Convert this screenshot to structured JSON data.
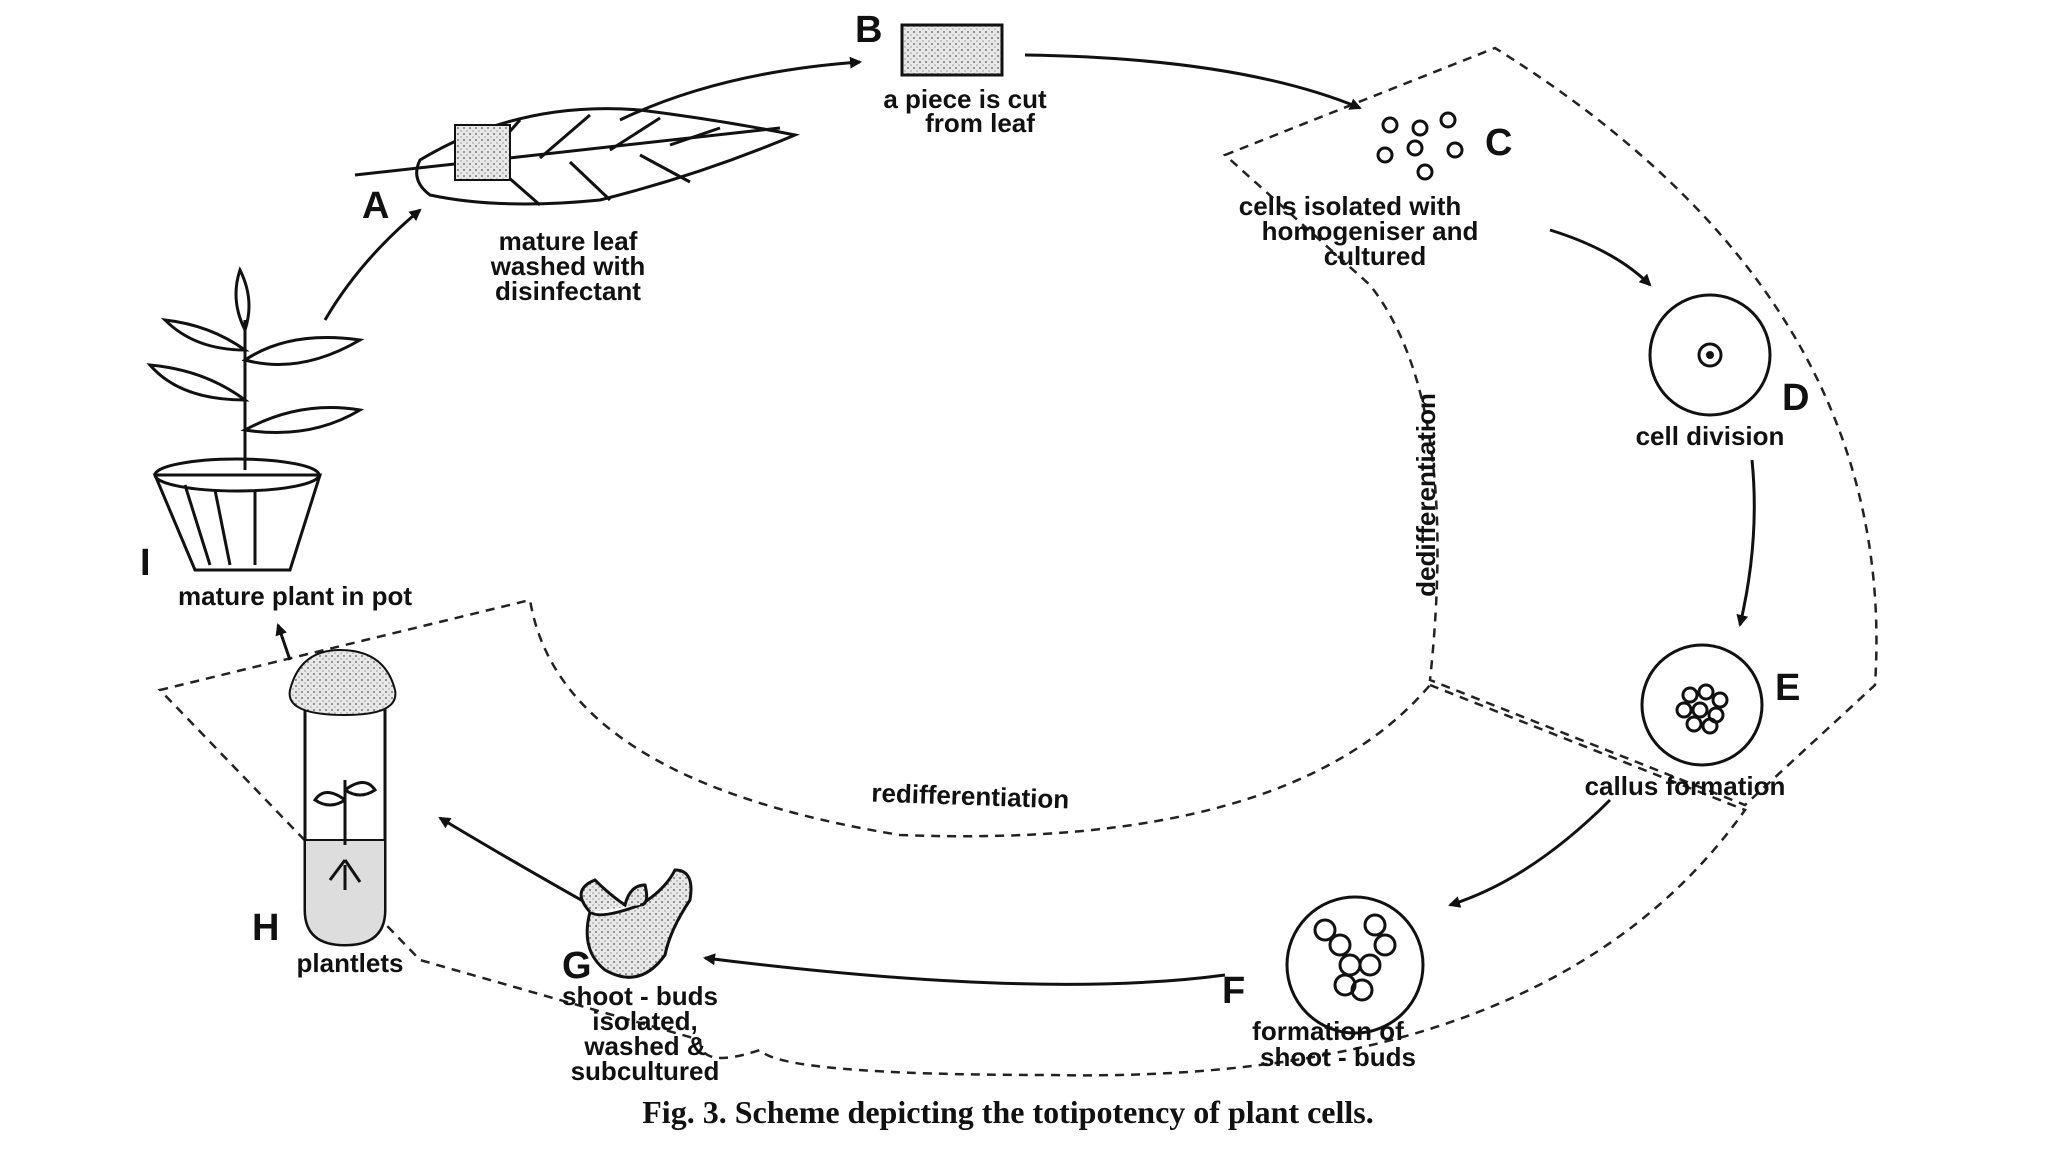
{
  "steps": {
    "A": {
      "letter": "A",
      "lines": [
        "mature leaf",
        "washed with",
        "disinfectant"
      ]
    },
    "B": {
      "letter": "B",
      "lines": [
        "a piece is cut",
        "from leaf"
      ]
    },
    "C": {
      "letter": "C",
      "lines": [
        "cells isolated with",
        "homogeniser and",
        "cultured"
      ]
    },
    "D": {
      "letter": "D",
      "lines": [
        "cell division"
      ]
    },
    "E": {
      "letter": "E",
      "lines": [
        "callus formation"
      ]
    },
    "F": {
      "letter": "F",
      "lines": [
        "formation of",
        "shoot - buds"
      ]
    },
    "G": {
      "letter": "G",
      "lines": [
        "shoot - buds",
        "isolated,",
        "washed &",
        "subcultured"
      ]
    },
    "H": {
      "letter": "H",
      "lines": [
        "plantlets"
      ]
    },
    "I": {
      "letter": "I",
      "lines": [
        "mature plant in pot"
      ]
    }
  },
  "regions": {
    "dedifferentiation": "dedifferentiation",
    "redifferentiation": "redifferentiation"
  },
  "caption": "Fig. 3. Scheme depicting the totipotency of plant cells."
}
